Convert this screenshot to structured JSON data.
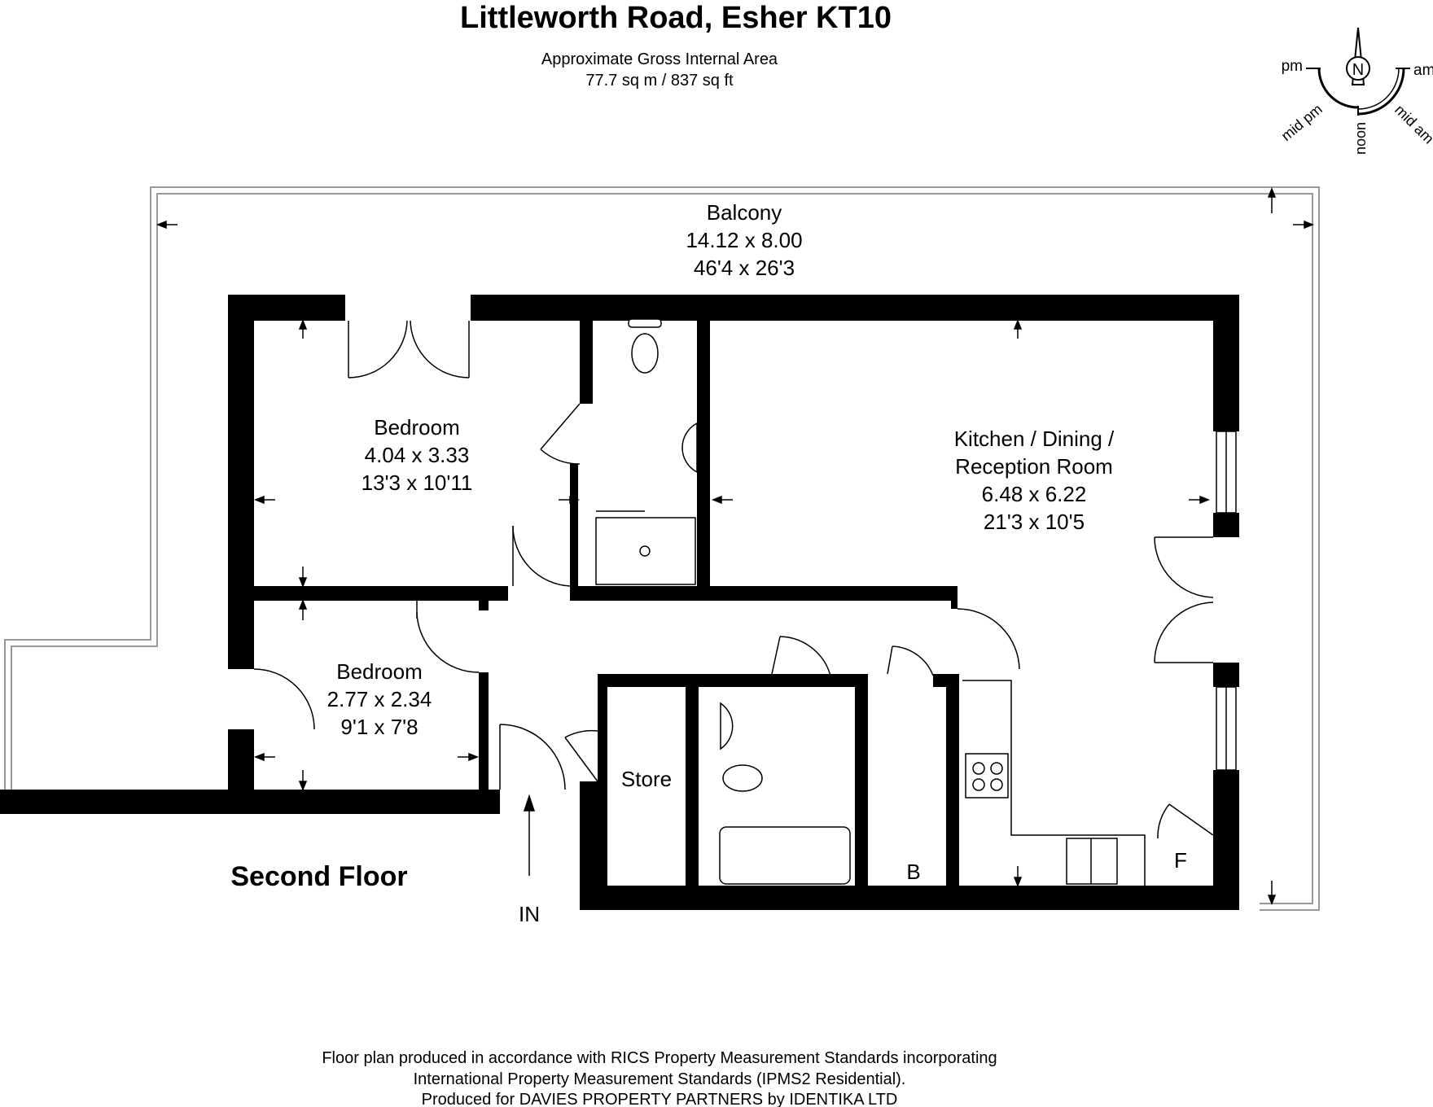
{
  "header": {
    "title": "Littleworth Road, Esher KT10",
    "area_label": "Approximate Gross Internal Area",
    "area_value": "77.7 sq m / 837 sq ft"
  },
  "compass": {
    "north": "N",
    "pm": "pm",
    "am": "am",
    "mid_pm": "mid pm",
    "noon": "noon",
    "mid_am": "mid am"
  },
  "rooms": {
    "balcony": {
      "name": "Balcony",
      "metric": "14.12 x 8.00",
      "imperial": "46'4 x 26'3"
    },
    "bedroom_1": {
      "name": "Bedroom",
      "metric": "4.04 x 3.33",
      "imperial": "13'3 x 10'11"
    },
    "bedroom_2": {
      "name": "Bedroom",
      "metric": "2.77 x 2.34",
      "imperial": "9'1 x 7'8"
    },
    "kitchen": {
      "name_line1": "Kitchen / Dining /",
      "name_line2": "Reception Room",
      "metric": "6.48 x 6.22",
      "imperial": "21'3 x 10'5"
    },
    "store": {
      "name": "Store"
    },
    "boiler": {
      "label": "B"
    },
    "fridge": {
      "label": "F"
    }
  },
  "floor_label": "Second Floor",
  "entrance_label": "IN",
  "footer": {
    "line1": "Floor plan produced in accordance with RICS Property Measurement Standards incorporating",
    "line2": "International Property Measurement Standards (IPMS2 Residential).",
    "line3": "Produced for DAVIES PROPERTY PARTNERS by IDENTIKA LTD"
  }
}
